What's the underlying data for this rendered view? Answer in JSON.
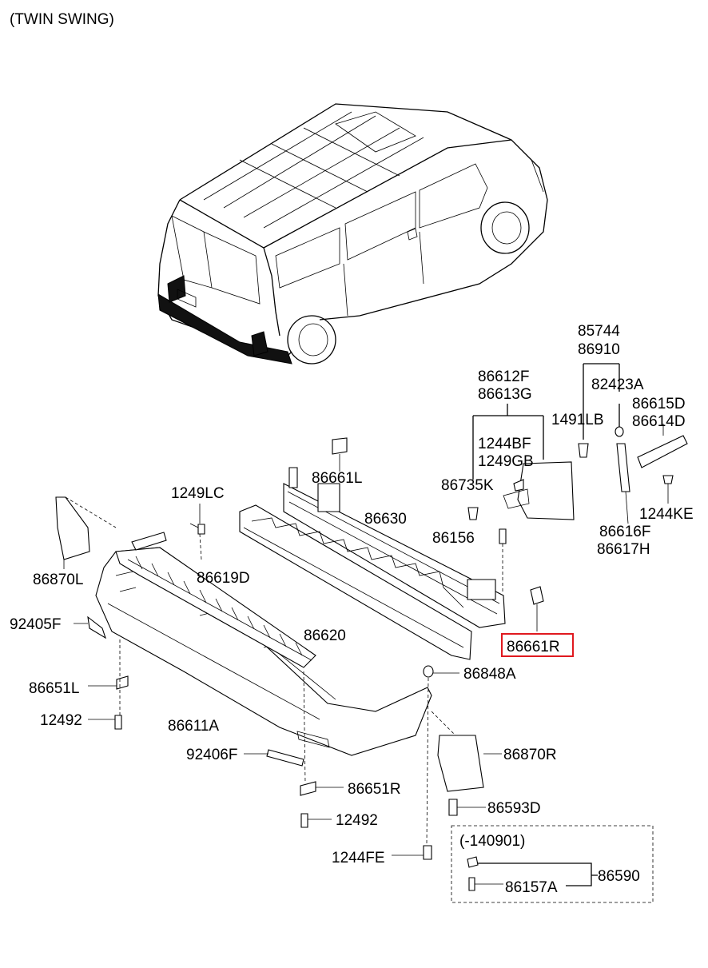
{
  "title": "(TWIN SWING)",
  "highlight_color": "#e0191f",
  "subassembly_label": "(-140901)",
  "parts": {
    "p85744": "85744",
    "p86910": "86910",
    "p82423A": "82423A",
    "p86612F": "86612F",
    "p86613G": "86613G",
    "p86615D": "86615D",
    "p86614D": "86614D",
    "p1491LB": "1491LB",
    "p1244BF": "1244BF",
    "p1249GB": "1249GB",
    "p86661L": "86661L",
    "p86735K": "86735K",
    "p1249LC": "1249LC",
    "p1244KE": "1244KE",
    "p86630": "86630",
    "p86616F": "86616F",
    "p86617H": "86617H",
    "p86156": "86156",
    "p86870L": "86870L",
    "p86619D": "86619D",
    "p92405F": "92405F",
    "p86620": "86620",
    "p86661R": "86661R",
    "p86848A": "86848A",
    "p86651L": "86651L",
    "p12492a": "12492",
    "p86611A": "86611A",
    "p92406F": "92406F",
    "p86870R": "86870R",
    "p86651R": "86651R",
    "p86593D": "86593D",
    "p12492b": "12492",
    "p1244FE": "1244FE",
    "p86590": "86590",
    "p86157A": "86157A"
  }
}
